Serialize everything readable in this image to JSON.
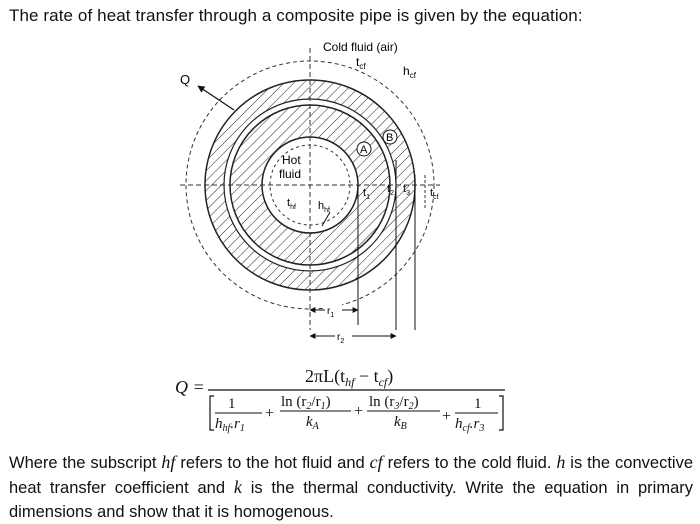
{
  "intro_text": "The rate of heat transfer through a composite pipe is given by the equation:",
  "figure": {
    "cold_fluid_label": "Cold fluid (air)",
    "t_cf_top": "t",
    "t_cf_top_sub": "cf",
    "h_cf": "h",
    "h_cf_sub": "cf",
    "heat_label": "Q",
    "layer_a": "A",
    "layer_b": "B",
    "hot_fluid_line1": "Hot",
    "hot_fluid_line2": "fluid",
    "t_hf": "t",
    "t_hf_sub": "hf",
    "h_hf": "h",
    "h_hf_sub": "hf",
    "t1": "t",
    "t1_sub": "1",
    "t2": "t",
    "t2_sub": "2",
    "t3": "t",
    "t3_sub": "3",
    "t_cf_right": "t",
    "t_cf_right_sub": "cf",
    "r1": "r",
    "r1_sub": "1",
    "r2": "r",
    "r2_sub": "2"
  },
  "equation": {
    "lhs": "Q =",
    "numerator": "2πL(t",
    "num_sub_hf": "hf",
    "num_minus": " − t",
    "num_sub_cf": "cf",
    "num_close": ")",
    "term1_num": "1",
    "term1_den": "h",
    "term1_den_sub": "hf",
    "term1_den_r": ".r",
    "term1_den_r_sub": "1",
    "plus": "+",
    "term2_num": "ln (r",
    "term2_num_s1": "2",
    "term2_num_mid": "/r",
    "term2_num_s2": "1",
    "term2_num_close": ")",
    "term2_den": "k",
    "term2_den_sub": "A",
    "term3_num": "ln (r",
    "term3_num_s1": "3",
    "term3_num_mid": "/r",
    "term3_num_s2": "2",
    "term3_num_close": ")",
    "term3_den": "k",
    "term3_den_sub": "B",
    "term4_num": "1",
    "term4_den": "h",
    "term4_den_sub": "cf",
    "term4_den_r": ".r",
    "term4_den_r_sub": "3"
  },
  "closing": {
    "p1": "Where the subscript ",
    "v1": "hf",
    "p2": " refers to the hot fluid and ",
    "v2": "cf",
    "p3": " refers to the cold fluid. ",
    "v3": "h",
    "p4": " is the convective heat transfer coefficient and ",
    "v4": "k",
    "p5": " is the thermal conductivity. Write the equation in primary dimensions and show that it is homogenous."
  }
}
